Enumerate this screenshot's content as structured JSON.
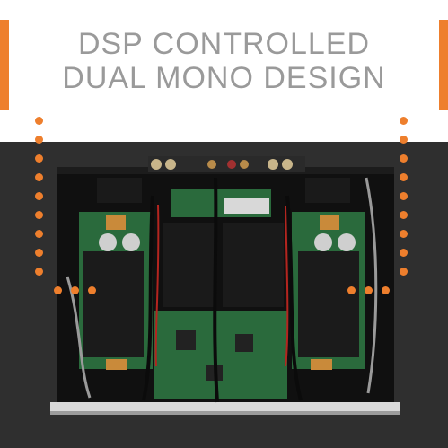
{
  "headline": {
    "line1": "DSP CONTROLLED",
    "line2": "DUAL MONO DESIGN"
  },
  "colors": {
    "accent": "#ee7f2d",
    "headline": "#9a9a9a",
    "background_dark": "#2f2f2f",
    "chassis": "#111111",
    "pcb": "#2a6a3c",
    "heatsink": "#1b1b1b"
  },
  "photo": {
    "subject": "amplifier-internals"
  }
}
